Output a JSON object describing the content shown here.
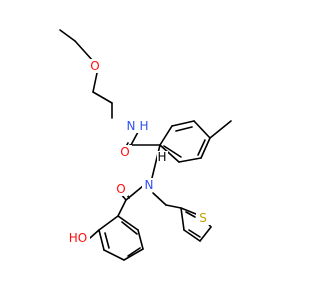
{
  "molecule": {
    "colors": {
      "bond": "#000000",
      "oxygen": "#ff0d0d",
      "nitrogen": "#3050f8",
      "sulfur": "#c8a000",
      "carbon": "#000000",
      "background": "#ffffff"
    },
    "labels": {
      "ether_oxygen": "O",
      "amide_nitrogen": "N",
      "amide_hydrogen": "H",
      "amide_oxygen": "O",
      "alpha_hydrogen": "H",
      "tertiary_nitrogen": "N",
      "benzoyl_oxygen": "O",
      "hydroxyl": "HO",
      "thiophene_sulfur": "S"
    }
  }
}
